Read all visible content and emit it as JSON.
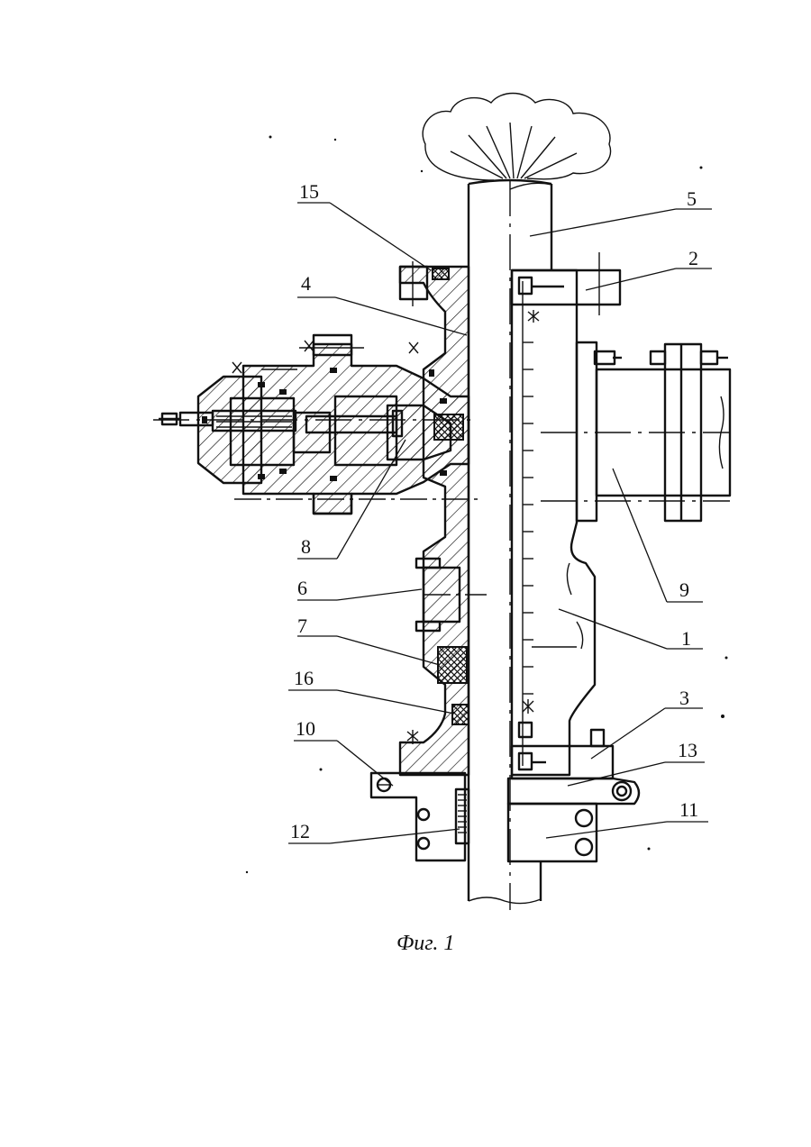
{
  "figure": {
    "caption": "Фиг. 1",
    "labels": {
      "l1": "1",
      "l2": "2",
      "l3": "3",
      "l4": "4",
      "l5": "5",
      "l6": "6",
      "l7": "7",
      "l8": "8",
      "l9": "9",
      "l10": "10",
      "l11": "11",
      "l12": "12",
      "l13": "13",
      "l15": "15",
      "l16": "16"
    }
  }
}
